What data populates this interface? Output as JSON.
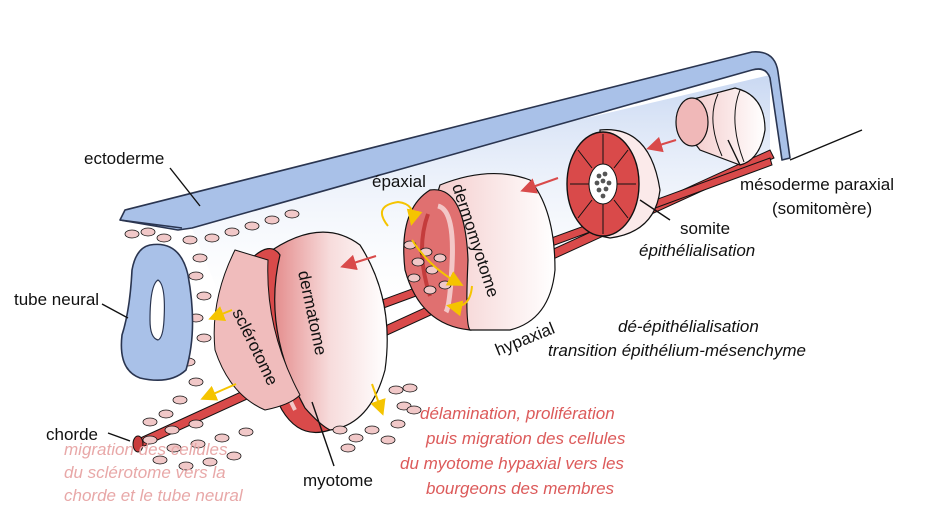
{
  "labels": {
    "ectoderme": "ectoderme",
    "tube_neural": "tube neural",
    "chorde": "chorde",
    "myotome": "myotome",
    "mesoderme_1": "mésoderme paraxial",
    "mesoderme_2": "(somitomère)",
    "somite": "somite",
    "epithelialisation": "épithélialisation",
    "de_epithelialisation": "dé-épithélialisation",
    "transition": "transition épithélium-mésenchyme",
    "epaxial": "épaxial",
    "hypaxial": "hypaxial",
    "dermomyotome": "dermomyotome",
    "dermatome": "dermatome",
    "sclerotome": "sclérotome",
    "migration_1": "migration des cellules",
    "migration_2": "du sclérotome vers la",
    "migration_3": "chorde et le tube neural",
    "delamination_1": "délamination, prolifération",
    "delamination_2": "puis migration des cellules",
    "delamination_3": "du myotome hypaxial vers les",
    "delamination_4": "bourgeons des membres"
  },
  "colors": {
    "ectoderm": "#a9c1e8",
    "neural_tube": "#a9c1e8",
    "mesoderm_red": "#d94a4a",
    "mesoderm_pink": "#f1c8c8",
    "label_pink": "#e8a8a8",
    "label_red": "#dc5a5a",
    "arrow_red": "#d94a4a",
    "arrow_yellow": "#f5c400"
  }
}
